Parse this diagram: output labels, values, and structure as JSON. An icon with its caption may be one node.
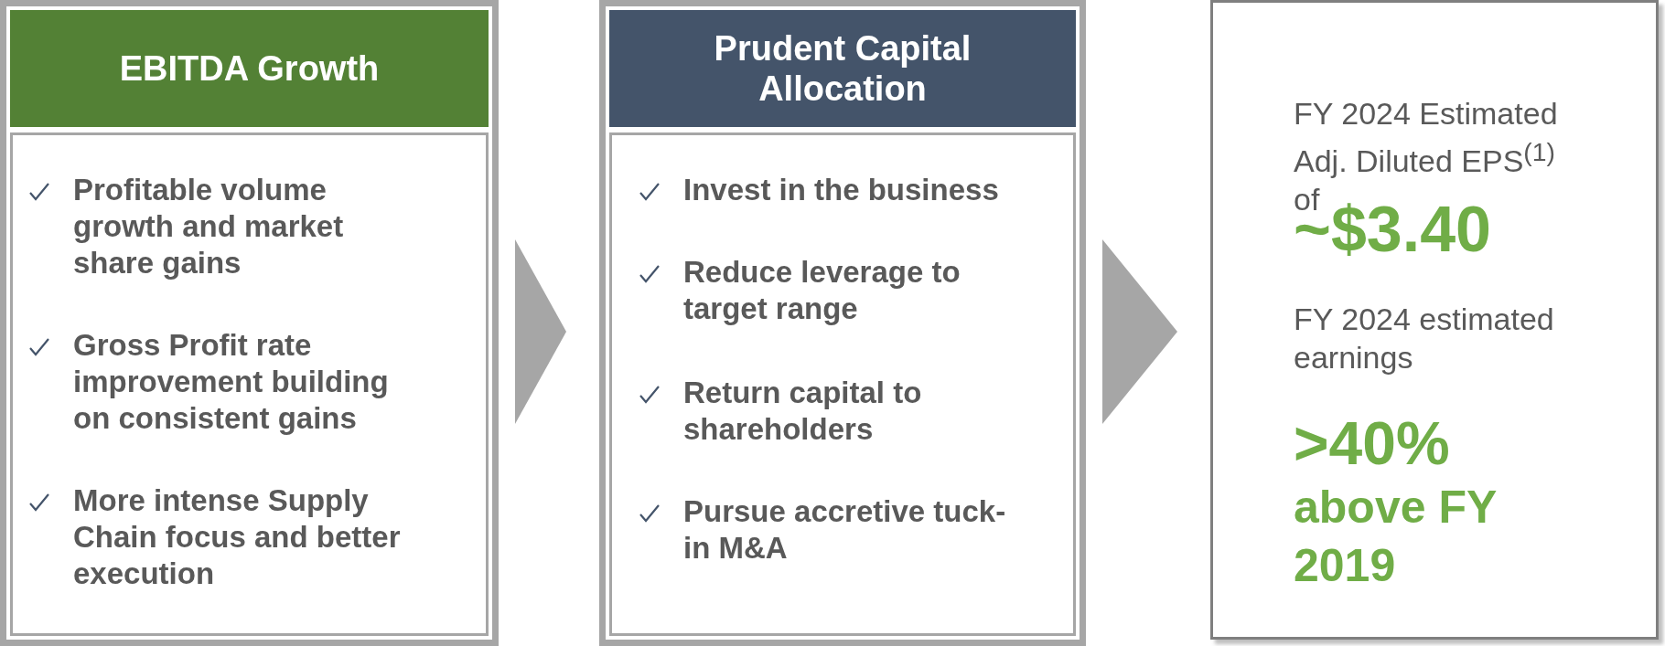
{
  "diagram": {
    "nodes": [
      {
        "text": [
          "EBITDA Growth",
          "Profitable volume growth and market share gains",
          "Gross Profit rate improvement building on consistent gains",
          "More intense Supply Chain focus and better execution"
        ]
      },
      {
        "text": [
          "Prudent Capital Allocation",
          "Invest in the business",
          "Reduce leverage to target range",
          "Return capital to shareholders",
          "Pursue accretive tuck-in M&A"
        ]
      },
      {
        "text": [
          "FY 2024 Estimated Adj. Diluted EPS$^{(1)}$ of",
          "~$3.40",
          "FY 2024 estimated earnings",
          ">40% above FY 2019"
        ]
      }
    ],
    "edges": [
      {
        "from": 0,
        "to": 1,
        "arrow": "to"
      },
      {
        "from": 1,
        "to": 2,
        "arrow": "to"
      }
    ]
  }
}
